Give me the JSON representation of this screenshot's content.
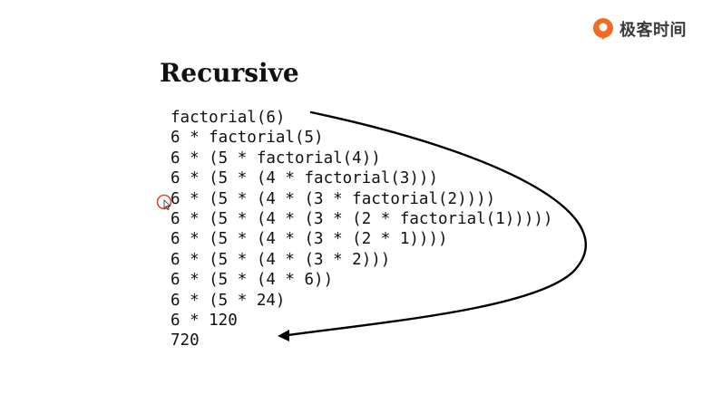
{
  "brand": {
    "name": "极客时间",
    "logo_icon": "geektime-logo-icon",
    "accent_color": "#f26b22"
  },
  "slide": {
    "title": "Recursive",
    "lines": [
      "factorial(6)",
      "6 * factorial(5)",
      "6 * (5 * factorial(4))",
      "6 * (5 * (4 * factorial(3)))",
      "6 * (5 * (4 * (3 * factorial(2))))",
      "6 * (5 * (4 * (3 * (2 * factorial(1)))))",
      "6 * (5 * (4 * (3 * (2 * 1))))",
      "6 * (5 * (4 * (3 * 2)))",
      "6 * (5 * (4 * 6))",
      "6 * (5 * 24)",
      "6 * 120",
      "720"
    ]
  }
}
